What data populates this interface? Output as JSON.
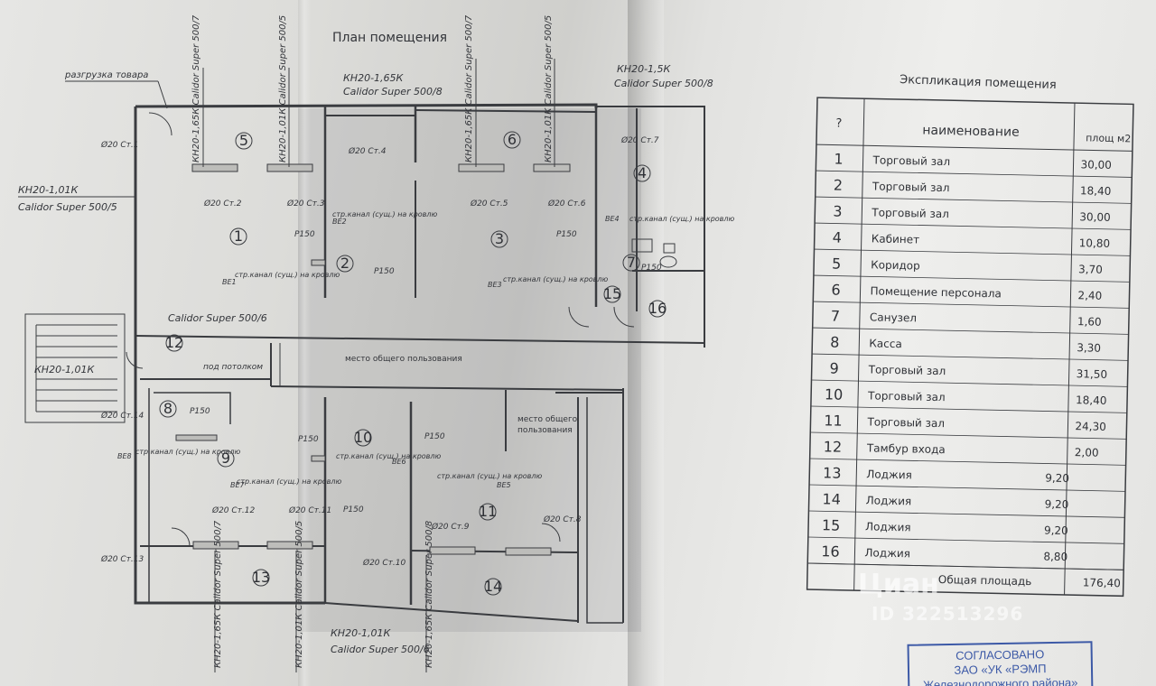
{
  "plan": {
    "title": "План помещения",
    "label_unload": "разгрузка товара",
    "top_labels": [
      {
        "code": "КН20-1,65К",
        "model": "Calidor Super 500/8"
      },
      {
        "code": "КН20-1,5К",
        "model": "Calidor Super 500/8"
      }
    ],
    "left_label": {
      "code": "КН20-1,01К",
      "model": "Calidor Super 500/5"
    },
    "left_label2": {
      "code": "КН20-1,01К"
    },
    "mid_label": "Calidor Super 500/6",
    "vertical_labels": [
      "КН20-1,65К Calidor Super 500/7",
      "КН20-1,01К Calidor Super 500/5",
      "КН20-1,65К Calidor Super 500/7",
      "КН20-1,01К Calidor Super 500/5"
    ],
    "bottom_label": {
      "code": "КН20-1,01К",
      "model": "Calidor Super 500/6"
    },
    "bottom_vertical": [
      "КН20-1,65К Calidor Super 500/7",
      "КН20-1,01К Calidor Super 500/5",
      "КН20-1,65К Calidor Super 500/8"
    ],
    "common_area": "место общего пользования",
    "common_area2": "место общего пользования",
    "under_ceiling": "под потолком",
    "vent_note": "стр.канал (сущ.) на кровлю",
    "fixtures": [
      "Ø20 Ст.1",
      "Ø20 Ст.2",
      "Ø20 Ст.3",
      "Ø20 Ст.4",
      "Ø20 Ст.5",
      "Ø20 Ст.6",
      "Ø20 Ст.7",
      "Ø20 Ст.8",
      "Ø20 Ст.9",
      "Ø20 Ст.10",
      "Ø20 Ст.11",
      "Ø20 Ст.12",
      "Ø20 Ст.13",
      "Ø20 Ст.14"
    ],
    "rooms": [
      "1",
      "2",
      "3",
      "4",
      "5",
      "6",
      "7",
      "8",
      "9",
      "10",
      "11",
      "12",
      "13",
      "14",
      "15",
      "16"
    ],
    "p150": "Р150",
    "be_labels": [
      "ВЕ1",
      "ВЕ2",
      "ВЕ3",
      "ВЕ4",
      "ВЕ5",
      "ВЕ6",
      "ВЕ7",
      "ВЕ8"
    ]
  },
  "explication": {
    "title": "Экспликация помещения",
    "header_num": "?",
    "header_name": "наименование",
    "header_area": "площ м2",
    "rows": [
      {
        "n": "1",
        "name": "Торговый зал",
        "area": "30,00"
      },
      {
        "n": "2",
        "name": "Торговый зал",
        "area": "18,40"
      },
      {
        "n": "3",
        "name": "Торговый зал",
        "area": "30,00"
      },
      {
        "n": "4",
        "name": "Кабинет",
        "area": "10,80"
      },
      {
        "n": "5",
        "name": "Коридор",
        "area": "3,70"
      },
      {
        "n": "6",
        "name": "Помещение персонала",
        "area": "2,40"
      },
      {
        "n": "7",
        "name": "Санузел",
        "area": "1,60"
      },
      {
        "n": "8",
        "name": "Касса",
        "area": "3,30"
      },
      {
        "n": "9",
        "name": "Торговый зал",
        "area": "31,50"
      },
      {
        "n": "10",
        "name": "Торговый зал",
        "area": "18,40"
      },
      {
        "n": "11",
        "name": "Торговый зал",
        "area": "24,30"
      },
      {
        "n": "12",
        "name": "Тамбур входа",
        "area": "2,00"
      },
      {
        "n": "13",
        "name": "Лоджия",
        "area": "9,20"
      },
      {
        "n": "14",
        "name": "Лоджия",
        "area": "9,20"
      },
      {
        "n": "15",
        "name": "Лоджия",
        "area": "9,20"
      },
      {
        "n": "16",
        "name": "Лоджия",
        "area": "8,80"
      }
    ],
    "total_label": "Общая площадь",
    "total_value": "176,40"
  },
  "stamp": {
    "line1": "СОГЛАСОВАНО",
    "line2": "ЗАО «УК «РЭМП",
    "line3": "Железнодорожного района»"
  },
  "watermark": {
    "brand": "Циан",
    "id": "ID 322513296"
  }
}
